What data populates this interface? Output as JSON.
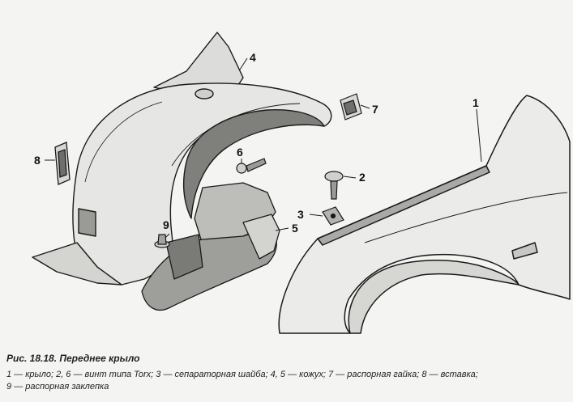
{
  "figure": {
    "title": "Рис. 18.18. Переднее крыло",
    "legend_line_1": "1 — крыло; 2, 6 — винт типа Torx; 3 — сепараторная шайба; 4, 5 — кожух; 7 — распорная гайка; 8 — вставка;",
    "legend_line_2": "9 — распорная заклепка"
  },
  "callouts": {
    "n1": "1",
    "n2": "2",
    "n3": "3",
    "n4": "4",
    "n5": "5",
    "n6": "6",
    "n7": "7",
    "n8": "8",
    "n9": "9"
  },
  "colors": {
    "line": "#1a1a1a",
    "fill_light": "#e8e8e6",
    "fill_mid": "#c9c9c6",
    "fill_dark": "#8e8e8b",
    "background": "#f4f4f2"
  }
}
